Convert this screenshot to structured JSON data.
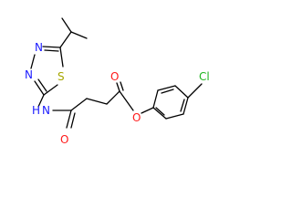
{
  "structure": {
    "atoms": {
      "n3": "N",
      "n4": "N",
      "s1": "S",
      "nh": "N",
      "h": "H",
      "o_amide": "O",
      "o_ester_carbonyl": "O",
      "o_ester": "O",
      "cl": "Cl"
    },
    "colors": {
      "bond": "#000000",
      "nitrogen": "#1a1aff",
      "sulfur": "#a6a600",
      "oxygen": "#ff1a1a",
      "chlorine": "#1fb51f"
    }
  }
}
